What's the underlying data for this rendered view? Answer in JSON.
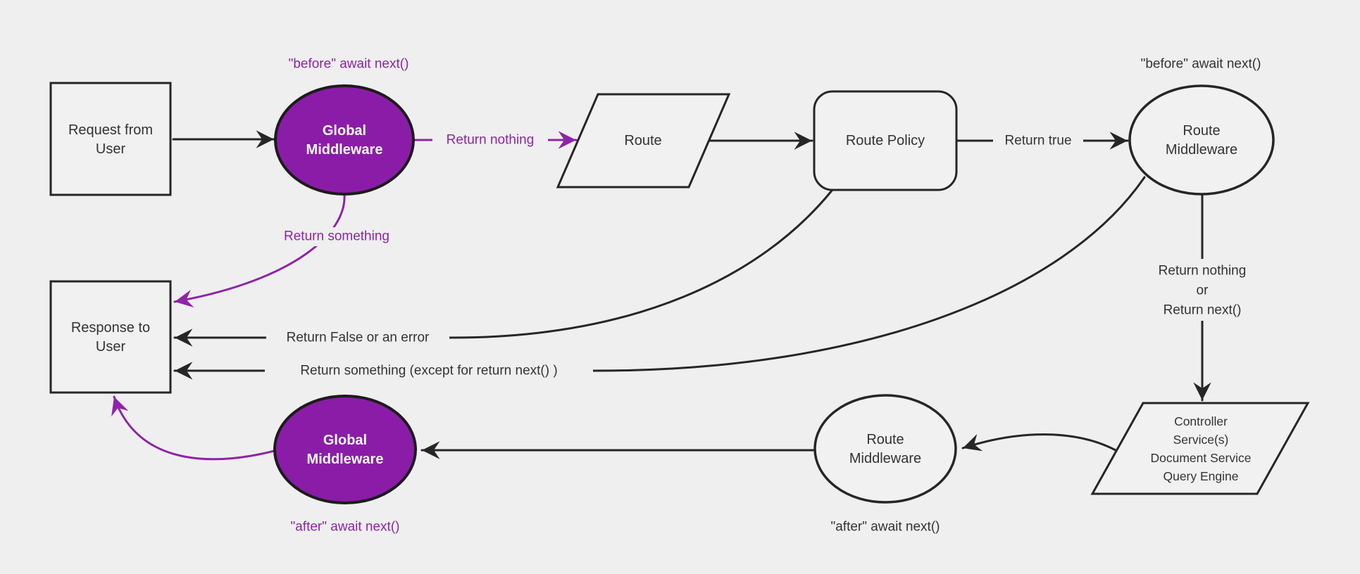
{
  "theme": {
    "bg": "#efefef",
    "ink": "#262626",
    "text_dark": "#333333",
    "purple": "#8e24a8",
    "purple_fill": "#8b1ca8",
    "node_fill": "#f1f1f1",
    "white_text": "#fafafa"
  },
  "nodes": {
    "request": {
      "line1": "Request from",
      "line2": "User"
    },
    "global_middleware_top": {
      "line1": "Global",
      "line2": "Middleware"
    },
    "route": {
      "label": "Route"
    },
    "route_policy": {
      "label": "Route Policy"
    },
    "route_middleware_top": {
      "line1": "Route",
      "line2": "Middleware"
    },
    "controller": {
      "line1": "Controller",
      "line2": "Service(s)",
      "line3": "Document Service",
      "line4": "Query Engine"
    },
    "route_middleware_bottom": {
      "line1": "Route",
      "line2": "Middleware"
    },
    "global_middleware_bottom": {
      "line1": "Global",
      "line2": "Middleware"
    },
    "response": {
      "line1": "Response to",
      "line2": "User"
    }
  },
  "edge_labels": {
    "before_await_top": "\"before\" await next()",
    "before_await_right": "\"before\" await next()",
    "return_nothing": "Return nothing",
    "return_something": "Return something",
    "return_true": "Return true",
    "return_false_or_error": "Return False or an error",
    "return_something_except": "Return something (except for return next() )",
    "return_nothing_line1": "Return nothing",
    "return_nothing_line2": "or",
    "return_nothing_line3": "Return next()",
    "after_await_mid": "\"after\" await next()",
    "after_await_left": "\"after\" await next()"
  }
}
